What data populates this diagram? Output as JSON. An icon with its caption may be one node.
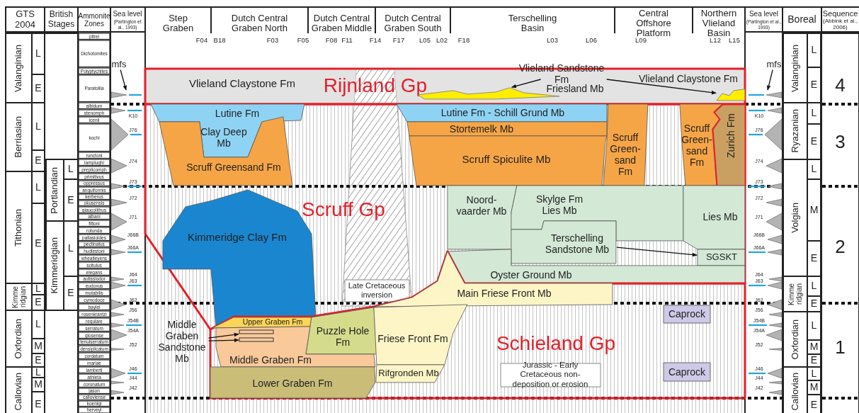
{
  "diagram": {
    "nodes": [
      {
        "text": [
          "Rijnland Gp"
        ]
      },
      {
        "text": [
          "Vlieland Claystone Fm"
        ],
        "in": 0
      },
      {
        "text": [
          "Vlieland Sandstone Fm"
        ],
        "in": 0
      },
      {
        "text": [],
        "shape": "lens",
        "in": 0
      },
      {
        "text": [
          "Friesland Mb"
        ],
        "in": 0
      },
      {
        "text": [
          "Vlieland Claystone Fm"
        ],
        "in": 0
      },
      {
        "text": [],
        "shape": "lens",
        "in": 0
      },
      {
        "text": [
          "mfs"
        ]
      },
      {
        "text": [
          "mfs"
        ]
      },
      {
        "text": [
          "Scruff Gp"
        ]
      },
      {
        "text": [
          "Lutine Fm",
          "Clay Deep Mb"
        ],
        "in": 9
      },
      {
        "text": [
          "Lutine Fm - Schill Grund Mb"
        ],
        "in": 9
      },
      {
        "text": [
          "Stortemelk Mb"
        ],
        "in": 9
      },
      {
        "text": [
          "Scruff Greensand Fm"
        ],
        "in": 9
      },
      {
        "text": [
          "Scruff Spiculite Mb"
        ],
        "in": 9
      },
      {
        "text": [
          "Scruff Green- sand Fm"
        ],
        "in": 9
      },
      {
        "text": [
          "Scruff Green- sand Fm"
        ],
        "in": 9
      },
      {
        "text": [
          "Zurich Fm"
        ],
        "in": 9
      },
      {
        "text": [
          "Kimmeridge Clay Fm"
        ],
        "in": 9
      },
      {
        "text": [
          "Noord- vaarder Mb"
        ],
        "in": 9
      },
      {
        "text": [
          "Skylge Fm Lies Mb"
        ],
        "in": 9
      },
      {
        "text": [
          "Terschelling Sandstone Mb"
        ],
        "in": 9
      },
      {
        "text": [
          "Lies Mb"
        ],
        "in": 9
      },
      {
        "text": [
          "SGSKT"
        ],
        "in": 9
      },
      {
        "text": [
          "Oyster Ground Mb"
        ],
        "in": 9
      },
      {
        "text": [
          "Late Cretaceous inversion"
        ],
        "in": 9
      },
      {
        "text": [
          "Schieland Gp"
        ]
      },
      {
        "text": [
          "Main Friese Front Mb"
        ],
        "in": 26
      },
      {
        "text": [
          "Caprock"
        ],
        "in": 26
      },
      {
        "text": [
          "Middle Graben Sandstone Mb"
        ]
      },
      {
        "text": [
          "Upper Graben Fm"
        ],
        "in": 26
      },
      {
        "text": [
          "Puzzle Hole Fm"
        ],
        "in": 26
      },
      {
        "text": [
          "Friese Front Fm"
        ],
        "in": 26
      },
      {
        "text": [
          "Middle Graben Fm"
        ],
        "in": 26
      },
      {
        "text": [],
        "shape": "bar",
        "in": 33
      },
      {
        "text": [],
        "shape": "bar",
        "in": 33
      },
      {
        "text": [
          "Rifgronden Mb"
        ],
        "in": 26
      },
      {
        "text": [
          "Caprock"
        ],
        "in": 26
      },
      {
        "text": [
          "Lower Graben Fm"
        ],
        "in": 26
      },
      {
        "text": [
          "Jurassic - Early Cretaceous non-deposition or erosion"
        ],
        "in": 26
      }
    ],
    "edges": [
      {
        "from": 2,
        "to": 3,
        "arrow": "to"
      },
      {
        "from": 2,
        "to": 6,
        "arrow": "to"
      },
      {
        "from": 7,
        "to": null,
        "arrow": "to"
      },
      {
        "from": 8,
        "to": null,
        "arrow": "to"
      },
      {
        "from": 29,
        "to": 34,
        "arrow": "to"
      },
      {
        "from": 29,
        "to": 35,
        "arrow": "to"
      },
      {
        "from": 21,
        "to": 23,
        "arrow": "to"
      }
    ],
    "labels": [
      "GTS 2004",
      "British Stages",
      "Ammonite Zones",
      "Sea level",
      "(Partington et al., 1993)",
      "Step Graben",
      "Dutch Central Graben North",
      "Dutch Central Graben Middle",
      "Dutch Central Graben South",
      "Terschelling Basin",
      "Central Offshore Platform",
      "Northern Vlieland Basin",
      "Sea level",
      "(Partington et al., 1993)",
      "Boreal",
      "Sequence",
      "(Abbink et al., 2006)",
      "F04",
      "B18",
      "F03",
      "F05",
      "F08",
      "F11",
      "F14",
      "F17",
      "L05",
      "L02",
      "F18",
      "L03",
      "L06",
      "L09",
      "L12",
      "L15",
      "Valanginian",
      "L",
      "E",
      "Berriasian",
      "L",
      "E",
      "Tithonian",
      "L",
      "E",
      "Kimme ridgian",
      "L",
      "E",
      "Oxfordian",
      "L",
      "M",
      "E",
      "Callovian",
      "L",
      "M",
      "E",
      "Portlandian",
      "L",
      "E",
      "Kimmeridgian",
      "L",
      "E",
      "pitrei",
      "Dichotomites",
      "Polyptychites",
      "Paratollia",
      "albidum",
      "stenomph",
      "icenii",
      "kochi",
      "runctoni",
      "lamplughi",
      "preplicomph",
      "primitivus",
      "oppressus",
      "anguiformis",
      "kerberus",
      "okusensis",
      "glaucolithus",
      "albani",
      "fittoni",
      "rotunda",
      "pallasioides",
      "pectinatus",
      "hudlestoni",
      "wheatleyens",
      "scitulus",
      "elegans",
      "autissiodor",
      "eudoxus",
      "mutabilis",
      "cymodoce",
      "baylei",
      "rosenkrantzi",
      "regulare",
      "serratum",
      "glosense",
      "tenuiserratum",
      "densiplicatum",
      "cordatum",
      "mariae",
      "lamberti",
      "athleta",
      "coronatum",
      "jason",
      "calloviense",
      "koenigi",
      "herveyi",
      "K10",
      "J76",
      "J74",
      "J73",
      "J72",
      "J71",
      "J66B",
      "J66A",
      "J64",
      "J63",
      "J62",
      "J56",
      "J54B",
      "J54A",
      "J52",
      "J46",
      "J44",
      "J42",
      "K10",
      "J76",
      "J74",
      "J73",
      "J72",
      "J71",
      "J66B",
      "J66A",
      "J64",
      "J63",
      "J62",
      "J56",
      "J54B",
      "J54A",
      "J52",
      "J46",
      "J44",
      "J42",
      "Valanginian",
      "L",
      "E",
      "Ryazanian",
      "L",
      "E",
      "Volgian",
      "L",
      "M",
      "E",
      "Kimme ridgian",
      "L",
      "E",
      "Oxfordian",
      "L",
      "M",
      "E",
      "Callovian",
      "L",
      "M",
      "E",
      "4",
      "3",
      "2",
      "1"
    ]
  }
}
